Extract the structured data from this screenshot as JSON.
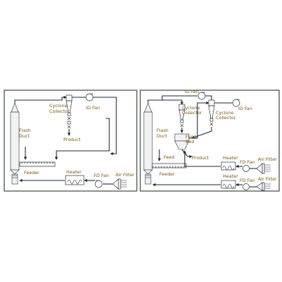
{
  "left_diagram": {
    "labels": {
      "flash_duct_1": "Flash",
      "flash_duct_2": "Duct",
      "cyclone_1": "Cyclone",
      "cyclone_2": "Collector",
      "id_fan": "ID Fan",
      "product": "Product",
      "feeder": "Feeder",
      "heater": "Heater",
      "fd_fan": "FD Fan",
      "air_filter": "Air Filter"
    }
  },
  "right_diagram": {
    "labels": {
      "id_fan_top": "ID Fan",
      "cyclone_a_1": "Cyclone",
      "cyclone_a_2": "Collector",
      "cyclone_b_1": "Cyclone",
      "cyclone_b_2": "Collector",
      "id_fan_right": "ID Fan",
      "flash_duct_1": "Flash",
      "flash_duct_2": "Duct",
      "fluid_bed_1": "Fluid",
      "fluid_bed_2": "Bed",
      "feed": "Feed",
      "product": "Product",
      "feeder": "Feeder",
      "heater_top": "Heater",
      "fd_fan_top": "FD Fan",
      "air_filter_top": "Air Filter",
      "heater_bottom": "Heater",
      "fd_fan_bottom": "FD Fan",
      "air_filter_bottom": "Air Filter"
    }
  }
}
